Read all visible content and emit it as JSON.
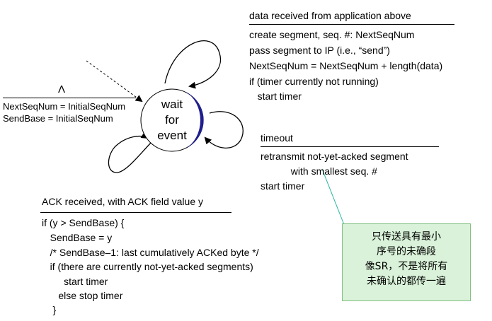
{
  "init_action": {
    "lambda": "Λ",
    "lines": [
      "NextSeqNum = InitialSeqNum",
      "SendBase = InitialSeqNum"
    ]
  },
  "state": {
    "lines": [
      "wait",
      "for",
      "event"
    ]
  },
  "data_received": {
    "event": "data received from application above",
    "actions": [
      "create segment, seq. #: NextSeqNum",
      "pass segment to IP (i.e., “send”)",
      "NextSeqNum = NextSeqNum + length(data)",
      "if (timer currently not running)",
      "   start timer"
    ]
  },
  "timeout": {
    "event": "timeout",
    "actions": [
      "retransmit not-yet-acked segment",
      "           with smallest seq. #",
      "start timer"
    ]
  },
  "ack_received": {
    "event": "ACK received, with ACK field value y",
    "actions": [
      "if (y > SendBase) {",
      "   SendBase = y",
      "   /* SendBase–1: last cumulatively ACKed byte */",
      "   if (there are currently not-yet-acked segments)",
      "        start timer",
      "      else stop timer",
      "    }"
    ]
  },
  "note": {
    "lines": [
      "只传送具有最小",
      "序号的未确段",
      "像SR，不是将所有",
      "未确认的都传一遍"
    ],
    "fill_color": "#d9f2d9",
    "leader_color": "#2bb5a0"
  },
  "colors": {
    "state_accent": "#1f1f8f"
  }
}
